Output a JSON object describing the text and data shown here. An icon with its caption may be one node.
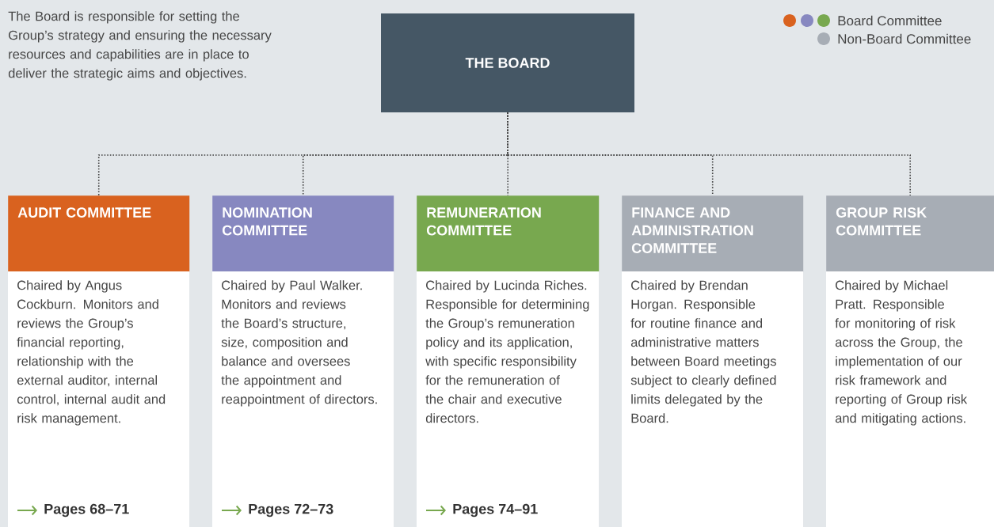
{
  "diagram": {
    "nodes": [
      {
        "text": [
          "THE BOARD"
        ]
      },
      {
        "text": [
          "AUDIT COMMITTEE",
          "Chaired by Angus Cockburn. Monitors and reviews the Group’s financial reporting, relationship with the external auditor, internal control, internal audit and risk management.",
          "Pages 68–71"
        ]
      },
      {
        "text": [
          "NOMINATION COMMITTEE",
          "Chaired by Paul Walker. Monitors and reviews the Board’s structure, size, composition and balance and oversees the appointment and reappointment of directors.",
          "Pages 72–73"
        ]
      },
      {
        "text": [
          "REMUNERATION COMMITTEE",
          "Chaired by Lucinda Riches. Responsible for determining the Group’s remuneration policy and its application, with specific responsibility for the remuneration of the chair and executive directors.",
          "Pages 74–91"
        ]
      },
      {
        "text": [
          "FINANCE AND ADMINISTRATION COMMITTEE",
          "Chaired by Brendan Horgan. Responsible for routine finance and administrative matters between Board meetings subject to clearly defined limits delegated by the Board."
        ]
      },
      {
        "text": [
          "GROUP RISK COMMITTEE",
          "Chaired by Michael Pratt. Responsible for monitoring of risk across the Group, the implementation of our risk framework and reporting of Group risk and mitigating actions."
        ]
      }
    ],
    "edges": [
      {
        "from": 0,
        "to": 1,
        "arrow": "none",
        "style": "dashed"
      },
      {
        "from": 0,
        "to": 2,
        "arrow": "none",
        "style": "dashed"
      },
      {
        "from": 0,
        "to": 3,
        "arrow": "none",
        "style": "dashed"
      },
      {
        "from": 0,
        "to": 4,
        "arrow": "none",
        "style": "dashed"
      },
      {
        "from": 0,
        "to": 5,
        "arrow": "none",
        "style": "dashed"
      }
    ],
    "labels": [
      "The Board is responsible for setting the Group’s strategy and ensuring the necessary resources and capabilities are in place to deliver the strategic aims and objectives."
    ],
    "legend": [
      {
        "text": "Board Committee"
      },
      {
        "text": "Non-Board Committee",
        "color": "#a7adb5"
      }
    ]
  }
}
